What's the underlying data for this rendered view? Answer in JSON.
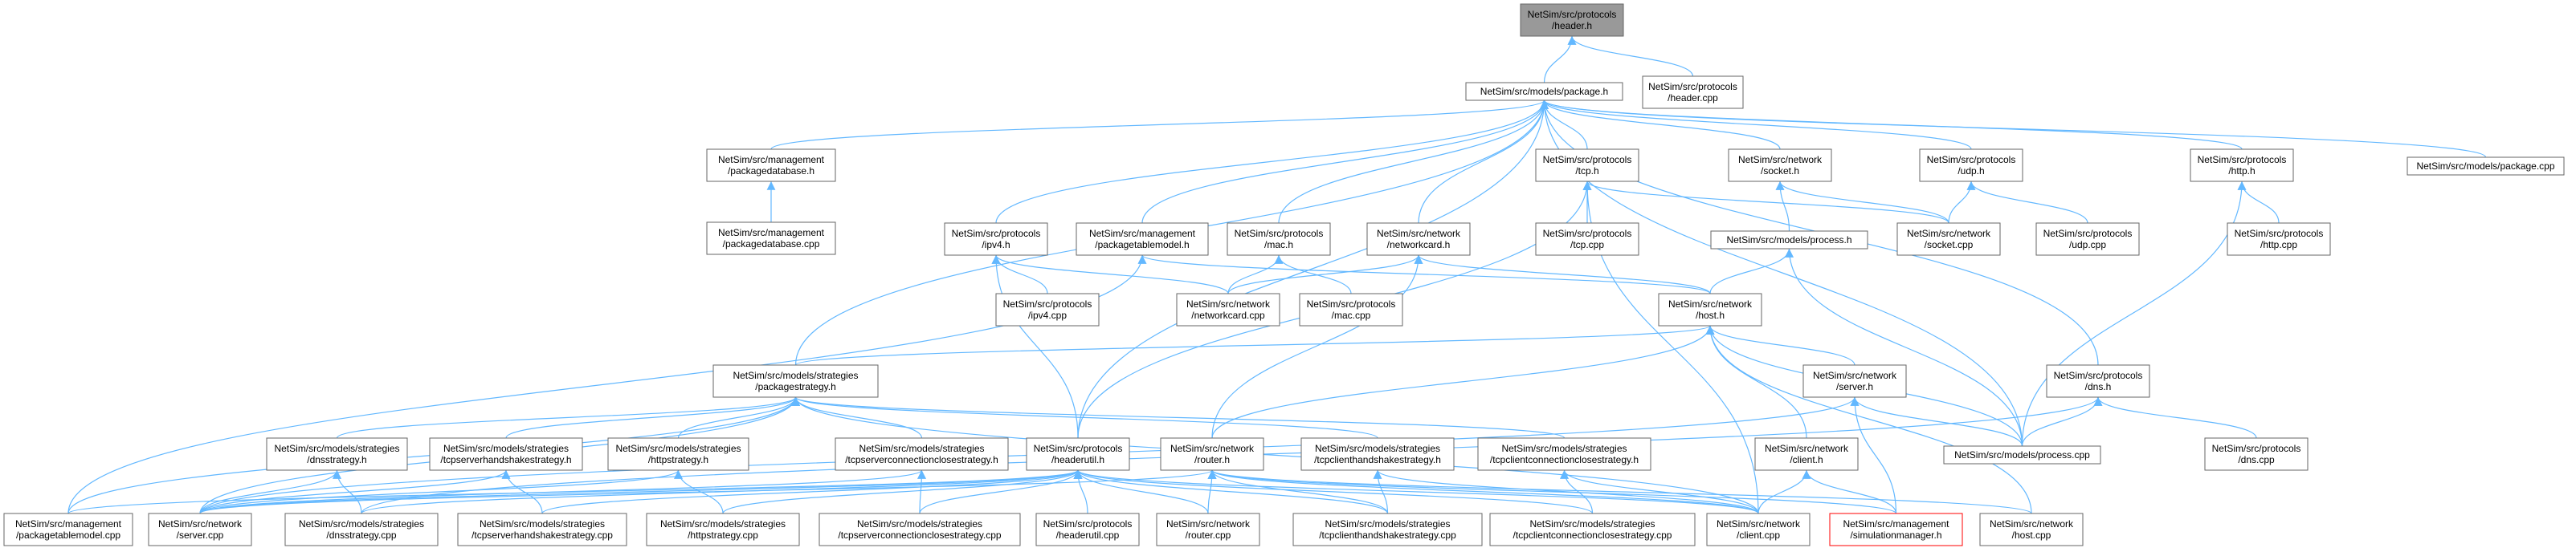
{
  "colors": {
    "edge": "#63b8ff",
    "node_border": "#666666",
    "root_fill": "#999999",
    "highlight_border": "#ff0000"
  },
  "nodes": [
    {
      "id": "header_h",
      "lines": [
        "NetSim/src/protocols",
        "/header.h"
      ],
      "style": "root"
    },
    {
      "id": "package_h",
      "lines": [
        "NetSim/src/models/package.h"
      ]
    },
    {
      "id": "header_cpp",
      "lines": [
        "NetSim/src/protocols",
        "/header.cpp"
      ]
    },
    {
      "id": "packagedatabase_h",
      "lines": [
        "NetSim/src/management",
        "/packagedatabase.h"
      ]
    },
    {
      "id": "packagedatabase_cpp",
      "lines": [
        "NetSim/src/management",
        "/packagedatabase.cpp"
      ]
    },
    {
      "id": "tcp_h",
      "lines": [
        "NetSim/src/protocols",
        "/tcp.h"
      ]
    },
    {
      "id": "socket_h",
      "lines": [
        "NetSim/src/network",
        "/socket.h"
      ]
    },
    {
      "id": "udp_h",
      "lines": [
        "NetSim/src/protocols",
        "/udp.h"
      ]
    },
    {
      "id": "http_h",
      "lines": [
        "NetSim/src/protocols",
        "/http.h"
      ]
    },
    {
      "id": "package_cpp",
      "lines": [
        "NetSim/src/models/package.cpp"
      ]
    },
    {
      "id": "ipv4_h",
      "lines": [
        "NetSim/src/protocols",
        "/ipv4.h"
      ]
    },
    {
      "id": "packagetablemodel_h",
      "lines": [
        "NetSim/src/management",
        "/packagetablemodel.h"
      ]
    },
    {
      "id": "mac_h",
      "lines": [
        "NetSim/src/protocols",
        "/mac.h"
      ]
    },
    {
      "id": "networkcard_h",
      "lines": [
        "NetSim/src/network",
        "/networkcard.h"
      ]
    },
    {
      "id": "tcp_cpp",
      "lines": [
        "NetSim/src/protocols",
        "/tcp.cpp"
      ]
    },
    {
      "id": "process_h",
      "lines": [
        "NetSim/src/models/process.h"
      ]
    },
    {
      "id": "socket_cpp",
      "lines": [
        "NetSim/src/network",
        "/socket.cpp"
      ]
    },
    {
      "id": "udp_cpp",
      "lines": [
        "NetSim/src/protocols",
        "/udp.cpp"
      ]
    },
    {
      "id": "http_cpp",
      "lines": [
        "NetSim/src/protocols",
        "/http.cpp"
      ]
    },
    {
      "id": "ipv4_cpp",
      "lines": [
        "NetSim/src/protocols",
        "/ipv4.cpp"
      ]
    },
    {
      "id": "networkcard_cpp",
      "lines": [
        "NetSim/src/network",
        "/networkcard.cpp"
      ]
    },
    {
      "id": "mac_cpp",
      "lines": [
        "NetSim/src/protocols",
        "/mac.cpp"
      ]
    },
    {
      "id": "host_h",
      "lines": [
        "NetSim/src/network",
        "/host.h"
      ]
    },
    {
      "id": "packagestrategy_h",
      "lines": [
        "NetSim/src/models/strategies",
        "/packagestrategy.h"
      ]
    },
    {
      "id": "server_h",
      "lines": [
        "NetSim/src/network",
        "/server.h"
      ]
    },
    {
      "id": "dns_h",
      "lines": [
        "NetSim/src/protocols",
        "/dns.h"
      ]
    },
    {
      "id": "dnsstrategy_h",
      "lines": [
        "NetSim/src/models/strategies",
        "/dnsstrategy.h"
      ]
    },
    {
      "id": "tcpsrvhs_h",
      "lines": [
        "NetSim/src/models/strategies",
        "/tcpserverhandshakestrategy.h"
      ]
    },
    {
      "id": "httpstrategy_h",
      "lines": [
        "NetSim/src/models/strategies",
        "/httpstrategy.h"
      ]
    },
    {
      "id": "tcpsrvclose_h",
      "lines": [
        "NetSim/src/models/strategies",
        "/tcpserverconnectionclosestrategy.h"
      ]
    },
    {
      "id": "headerutil_h",
      "lines": [
        "NetSim/src/protocols",
        "/headerutil.h"
      ]
    },
    {
      "id": "router_h",
      "lines": [
        "NetSim/src/network",
        "/router.h"
      ]
    },
    {
      "id": "tcpclihs_h",
      "lines": [
        "NetSim/src/models/strategies",
        "/tcpclienthandshakestrategy.h"
      ]
    },
    {
      "id": "tcpcliclose_h",
      "lines": [
        "NetSim/src/models/strategies",
        "/tcpclientconnectionclosestrategy.h"
      ]
    },
    {
      "id": "client_h",
      "lines": [
        "NetSim/src/network",
        "/client.h"
      ]
    },
    {
      "id": "process_cpp",
      "lines": [
        "NetSim/src/models/process.cpp"
      ]
    },
    {
      "id": "dns_cpp",
      "lines": [
        "NetSim/src/protocols",
        "/dns.cpp"
      ]
    },
    {
      "id": "packagetablemodel_cpp",
      "lines": [
        "NetSim/src/management",
        "/packagetablemodel.cpp"
      ]
    },
    {
      "id": "server_cpp",
      "lines": [
        "NetSim/src/network",
        "/server.cpp"
      ]
    },
    {
      "id": "dnsstrategy_cpp",
      "lines": [
        "NetSim/src/models/strategies",
        "/dnsstrategy.cpp"
      ]
    },
    {
      "id": "tcpsrvhs_cpp",
      "lines": [
        "NetSim/src/models/strategies",
        "/tcpserverhandshakestrategy.cpp"
      ]
    },
    {
      "id": "httpstrategy_cpp",
      "lines": [
        "NetSim/src/models/strategies",
        "/httpstrategy.cpp"
      ]
    },
    {
      "id": "tcpsrvclose_cpp",
      "lines": [
        "NetSim/src/models/strategies",
        "/tcpserverconnectionclosestrategy.cpp"
      ]
    },
    {
      "id": "headerutil_cpp",
      "lines": [
        "NetSim/src/protocols",
        "/headerutil.cpp"
      ]
    },
    {
      "id": "router_cpp",
      "lines": [
        "NetSim/src/network",
        "/router.cpp"
      ]
    },
    {
      "id": "tcpclihs_cpp",
      "lines": [
        "NetSim/src/models/strategies",
        "/tcpclienthandshakestrategy.cpp"
      ]
    },
    {
      "id": "tcpcliclose_cpp",
      "lines": [
        "NetSim/src/models/strategies",
        "/tcpclientconnectionclosestrategy.cpp"
      ]
    },
    {
      "id": "client_cpp",
      "lines": [
        "NetSim/src/network",
        "/client.cpp"
      ]
    },
    {
      "id": "simmanager_h",
      "lines": [
        "NetSim/src/management",
        "/simulationmanager.h"
      ],
      "style": "red"
    },
    {
      "id": "host_cpp",
      "lines": [
        "NetSim/src/network",
        "/host.cpp"
      ]
    }
  ],
  "edges": [
    [
      "header_h",
      "package_h"
    ],
    [
      "header_h",
      "header_cpp"
    ],
    [
      "package_h",
      "packagedatabase_h"
    ],
    [
      "package_h",
      "tcp_h"
    ],
    [
      "package_h",
      "socket_h"
    ],
    [
      "package_h",
      "udp_h"
    ],
    [
      "package_h",
      "http_h"
    ],
    [
      "package_h",
      "package_cpp"
    ],
    [
      "package_h",
      "ipv4_h"
    ],
    [
      "package_h",
      "packagetablemodel_h"
    ],
    [
      "package_h",
      "mac_h"
    ],
    [
      "package_h",
      "networkcard_h"
    ],
    [
      "package_h",
      "packagestrategy_h"
    ],
    [
      "package_h",
      "headerutil_h"
    ],
    [
      "package_h",
      "dns_h"
    ],
    [
      "package_h",
      "process_cpp"
    ],
    [
      "packagedatabase_h",
      "packagedatabase_cpp"
    ],
    [
      "tcp_h",
      "tcp_cpp"
    ],
    [
      "tcp_h",
      "socket_cpp"
    ],
    [
      "tcp_h",
      "headerutil_h"
    ],
    [
      "tcp_h",
      "client_cpp"
    ],
    [
      "socket_h",
      "process_h"
    ],
    [
      "socket_h",
      "socket_cpp"
    ],
    [
      "udp_h",
      "udp_cpp"
    ],
    [
      "udp_h",
      "socket_cpp"
    ],
    [
      "http_h",
      "http_cpp"
    ],
    [
      "http_h",
      "process_cpp"
    ],
    [
      "ipv4_h",
      "ipv4_cpp"
    ],
    [
      "ipv4_h",
      "networkcard_cpp"
    ],
    [
      "ipv4_h",
      "headerutil_h"
    ],
    [
      "packagetablemodel_h",
      "packagetablemodel_cpp"
    ],
    [
      "packagetablemodel_h",
      "host_h"
    ],
    [
      "mac_h",
      "networkcard_cpp"
    ],
    [
      "mac_h",
      "mac_cpp"
    ],
    [
      "networkcard_h",
      "networkcard_cpp"
    ],
    [
      "networkcard_h",
      "host_h"
    ],
    [
      "networkcard_h",
      "router_h"
    ],
    [
      "process_h",
      "host_h"
    ],
    [
      "process_h",
      "process_cpp"
    ],
    [
      "host_h",
      "packagestrategy_h"
    ],
    [
      "host_h",
      "server_h"
    ],
    [
      "host_h",
      "client_h"
    ],
    [
      "host_h",
      "router_h"
    ],
    [
      "host_h",
      "process_cpp"
    ],
    [
      "host_h",
      "host_cpp"
    ],
    [
      "packagestrategy_h",
      "dnsstrategy_h"
    ],
    [
      "packagestrategy_h",
      "tcpsrvhs_h"
    ],
    [
      "packagestrategy_h",
      "httpstrategy_h"
    ],
    [
      "packagestrategy_h",
      "tcpsrvclose_h"
    ],
    [
      "packagestrategy_h",
      "tcpclihs_h"
    ],
    [
      "packagestrategy_h",
      "tcpcliclose_h"
    ],
    [
      "packagestrategy_h",
      "packagetablemodel_cpp"
    ],
    [
      "packagestrategy_h",
      "server_cpp"
    ],
    [
      "packagestrategy_h",
      "client_cpp"
    ],
    [
      "server_h",
      "server_cpp"
    ],
    [
      "server_h",
      "simmanager_h"
    ],
    [
      "server_h",
      "process_cpp"
    ],
    [
      "dns_h",
      "dns_cpp"
    ],
    [
      "dns_h",
      "process_cpp"
    ],
    [
      "dns_h",
      "dnsstrategy_cpp"
    ],
    [
      "dnsstrategy_h",
      "dnsstrategy_cpp"
    ],
    [
      "dnsstrategy_h",
      "server_cpp"
    ],
    [
      "tcpsrvhs_h",
      "tcpsrvhs_cpp"
    ],
    [
      "tcpsrvhs_h",
      "server_cpp"
    ],
    [
      "httpstrategy_h",
      "httpstrategy_cpp"
    ],
    [
      "httpstrategy_h",
      "server_cpp"
    ],
    [
      "tcpsrvclose_h",
      "tcpsrvclose_cpp"
    ],
    [
      "tcpsrvclose_h",
      "server_cpp"
    ],
    [
      "headerutil_h",
      "headerutil_cpp"
    ],
    [
      "headerutil_h",
      "packagetablemodel_cpp"
    ],
    [
      "headerutil_h",
      "server_cpp"
    ],
    [
      "headerutil_h",
      "dnsstrategy_cpp"
    ],
    [
      "headerutil_h",
      "tcpsrvhs_cpp"
    ],
    [
      "headerutil_h",
      "httpstrategy_cpp"
    ],
    [
      "headerutil_h",
      "tcpsrvclose_cpp"
    ],
    [
      "headerutil_h",
      "router_cpp"
    ],
    [
      "headerutil_h",
      "tcpclihs_cpp"
    ],
    [
      "headerutil_h",
      "tcpcliclose_cpp"
    ],
    [
      "headerutil_h",
      "client_cpp"
    ],
    [
      "router_h",
      "router_cpp"
    ],
    [
      "router_h",
      "server_cpp"
    ],
    [
      "router_h",
      "client_cpp"
    ],
    [
      "router_h",
      "tcpclihs_cpp"
    ],
    [
      "router_h",
      "simmanager_h"
    ],
    [
      "router_h",
      "host_cpp"
    ],
    [
      "tcpclihs_h",
      "tcpclihs_cpp"
    ],
    [
      "tcpclihs_h",
      "client_cpp"
    ],
    [
      "tcpcliclose_h",
      "tcpcliclose_cpp"
    ],
    [
      "tcpcliclose_h",
      "client_cpp"
    ],
    [
      "client_h",
      "client_cpp"
    ],
    [
      "client_h",
      "simmanager_h"
    ]
  ]
}
